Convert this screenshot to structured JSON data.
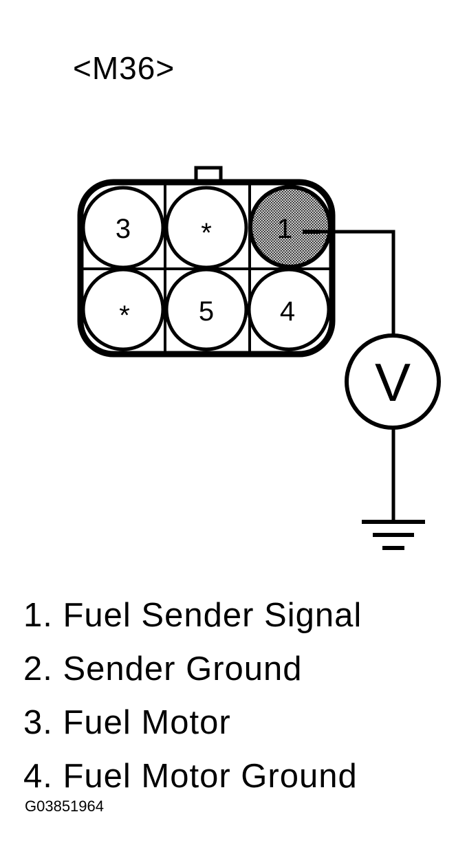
{
  "title": "<M36>",
  "connector": {
    "pins": [
      {
        "id": "top-left",
        "label": "3",
        "highlighted": false
      },
      {
        "id": "top-middle",
        "label": "*",
        "highlighted": false
      },
      {
        "id": "top-right",
        "label": "1",
        "highlighted": true
      },
      {
        "id": "bottom-left",
        "label": "*",
        "highlighted": false
      },
      {
        "id": "bottom-middle",
        "label": "5",
        "highlighted": false
      },
      {
        "id": "bottom-right",
        "label": "4",
        "highlighted": false
      }
    ]
  },
  "meter": {
    "label": "V",
    "icon": "voltmeter-icon"
  },
  "ground": {
    "icon": "ground-icon"
  },
  "legend": {
    "items": [
      {
        "label": "1. Fuel Sender Signal"
      },
      {
        "label": "2. Sender Ground"
      },
      {
        "label": "3. Fuel Motor"
      },
      {
        "label": "4. Fuel Motor Ground"
      }
    ]
  },
  "figure_code": "G03851964",
  "colors": {
    "ink": "#000000",
    "background": "#ffffff",
    "highlight": "#9a9a9a"
  }
}
